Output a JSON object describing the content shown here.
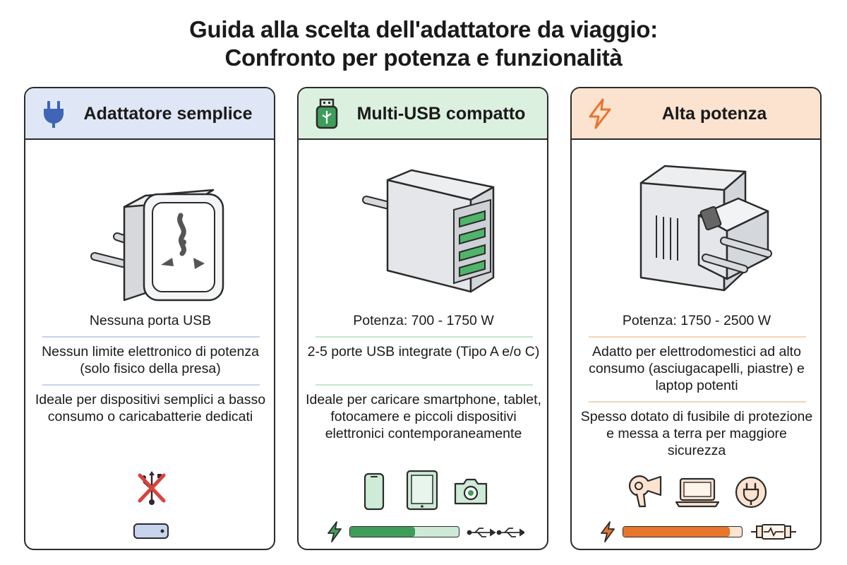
{
  "title": {
    "line1": "Guida alla scelta dell'adattatore da viaggio:",
    "line2": "Confronto per potenza e funzionalità"
  },
  "colors": {
    "blue_header": "#dfe6f5",
    "blue_accent": "#3f64b8",
    "green_header": "#dcf0e0",
    "green_accent": "#3f9d5a",
    "orange_header": "#fbe3cf",
    "orange_accent": "#e9742b",
    "divider_blue": "#c5d3ea",
    "divider_green": "#c6e6cf",
    "divider_orange": "#f6d3b6",
    "red_cross": "#d9423b"
  },
  "cards": [
    {
      "title": "Adattatore semplice",
      "header_icon": "plug-icon",
      "device_icon": "simple-adapter-icon",
      "features": [
        "Nessuna porta USB",
        "Nessun limite elettronico di potenza (solo fisico della presa)",
        "Ideale per dispositivi semplici a basso consumo o caricabatterie dedicati"
      ],
      "bottom_icons": [
        "usb-crossed-icon",
        "battery-level-icon"
      ]
    },
    {
      "title": "Multi-USB compatto",
      "header_icon": "usb-stick-icon",
      "device_icon": "multi-usb-adapter-icon",
      "features": [
        "Potenza: 700 - 1750 W",
        "2-5 porte USB integrate (Tipo A e/o C)",
        "Ideale per caricare smartphone, tablet, fotocamere e piccoli dispositivi elettronici contemporaneamente"
      ],
      "bottom_icons": [
        "smartphone-icon",
        "tablet-icon",
        "camera-icon",
        "lightning-icon",
        "usb-icon"
      ],
      "power_level": 0.6
    },
    {
      "title": "Alta potenza",
      "header_icon": "lightning-icon",
      "device_icon": "high-power-adapter-icon",
      "features": [
        "Potenza: 1750 - 2500 W",
        "Adatto per elettrodomestici ad alto consumo (asciugacapelli, piastre) e laptop potenti",
        "Spesso dotato di fusibile di protezione e messa a terra per maggiore sicurezza"
      ],
      "bottom_icons": [
        "hair-dryer-icon",
        "laptop-icon",
        "power-plug-icon",
        "lightning-icon",
        "fuse-icon"
      ],
      "power_level": 0.9
    }
  ]
}
